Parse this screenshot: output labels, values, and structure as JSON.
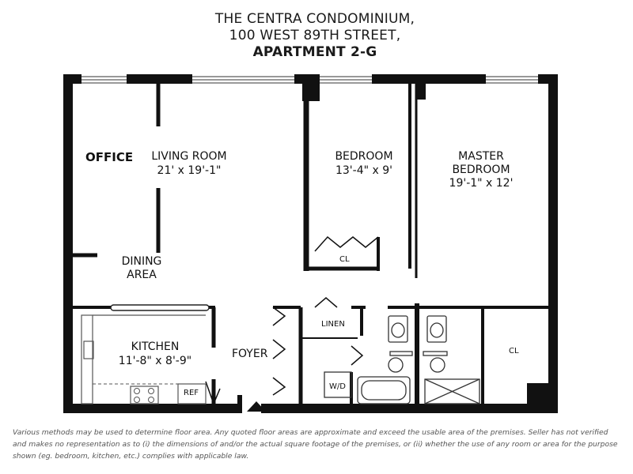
{
  "header": {
    "line1": "THE CENTRA CONDOMINIUM,",
    "line2": "100 WEST 89TH STREET,",
    "line3": "APARTMENT 2-G"
  },
  "rooms": {
    "office": "OFFICE",
    "living_title": "LIVING ROOM",
    "living_dims": "21' x 19'-1\"",
    "bedroom_title": "BEDROOM",
    "bedroom_dims": "13'-4\" x 9'",
    "master_title_1": "MASTER",
    "master_title_2": "BEDROOM",
    "master_dims": "19'-1\" x 12'",
    "dining_1": "DINING",
    "dining_2": "AREA",
    "kitchen_title": "KITCHEN",
    "kitchen_dims": "11'-8\" x 8'-9\"",
    "foyer": "FOYER",
    "linen": "LINEN",
    "wd": "W/D",
    "ref": "REF",
    "cl_bedroom": "CL",
    "cl_master": "CL"
  },
  "disclaimer": "Various methods may be used to determine floor area. Any quoted floor areas are approximate and exceed the usable area of the premises. Seller has not verified and makes no representation as to (i) the dimensions of and/or the actual square footage of the premises, or (ii) whether the use of any room or area for the purpose shown (eg. bedroom, kitchen, etc.) complies with applicable law."
}
